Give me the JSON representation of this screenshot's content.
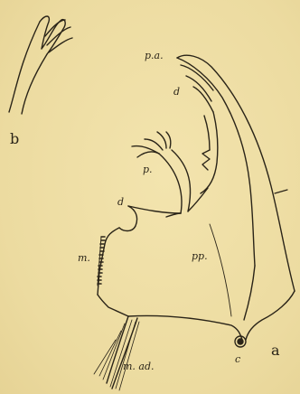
{
  "labels": {
    "fig_b": "b",
    "p_a": "p.a.",
    "d_upper": "d",
    "p": "p.",
    "d_lower": "d",
    "pp": "pp.",
    "m": "m.",
    "c": "c",
    "m_ad": "m. ad.",
    "fig_a": "a"
  },
  "colors": {
    "ink": "#2a2418",
    "paper": "#efdfa6"
  }
}
